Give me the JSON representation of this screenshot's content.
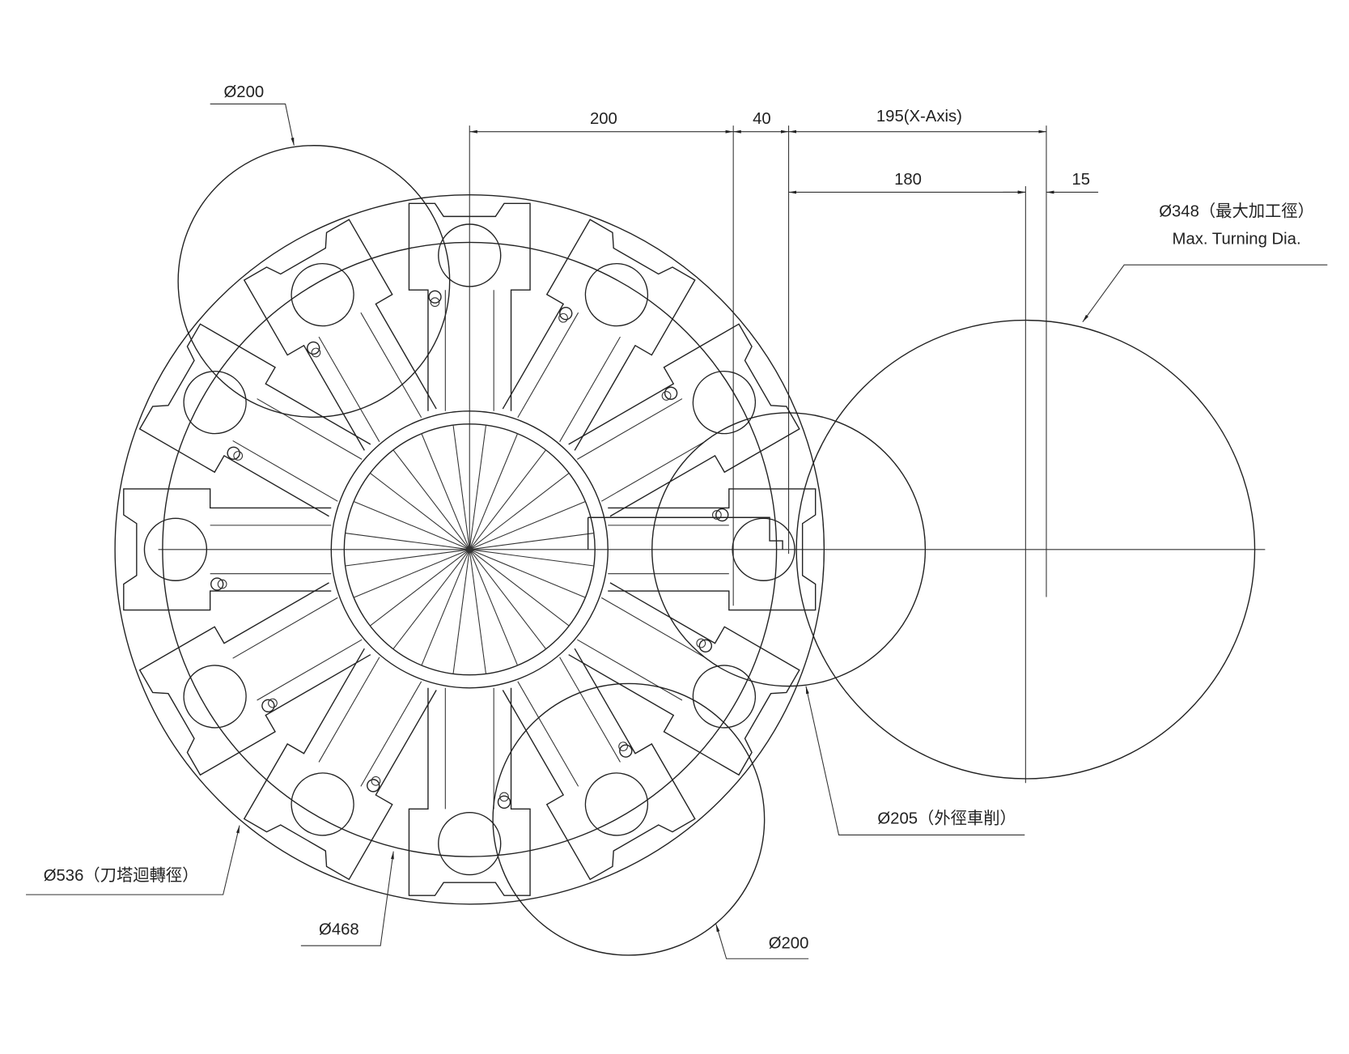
{
  "dimensions": {
    "d200": "200",
    "d40": "40",
    "d195": "195(X-Axis)",
    "d180": "180",
    "d15": "15"
  },
  "callouts": {
    "tool_circle_top": "Ø200",
    "tool_circle_bottom": "Ø200",
    "max_turning_cn": "Ø348（最大加工徑）",
    "max_turning_en": "Max. Turning Dia.",
    "od_turning": "Ø205（外徑車削）",
    "turret_swing": "Ø536（刀塔迴轉徑）",
    "d468": "Ø468"
  },
  "turret": {
    "stations": 12
  }
}
